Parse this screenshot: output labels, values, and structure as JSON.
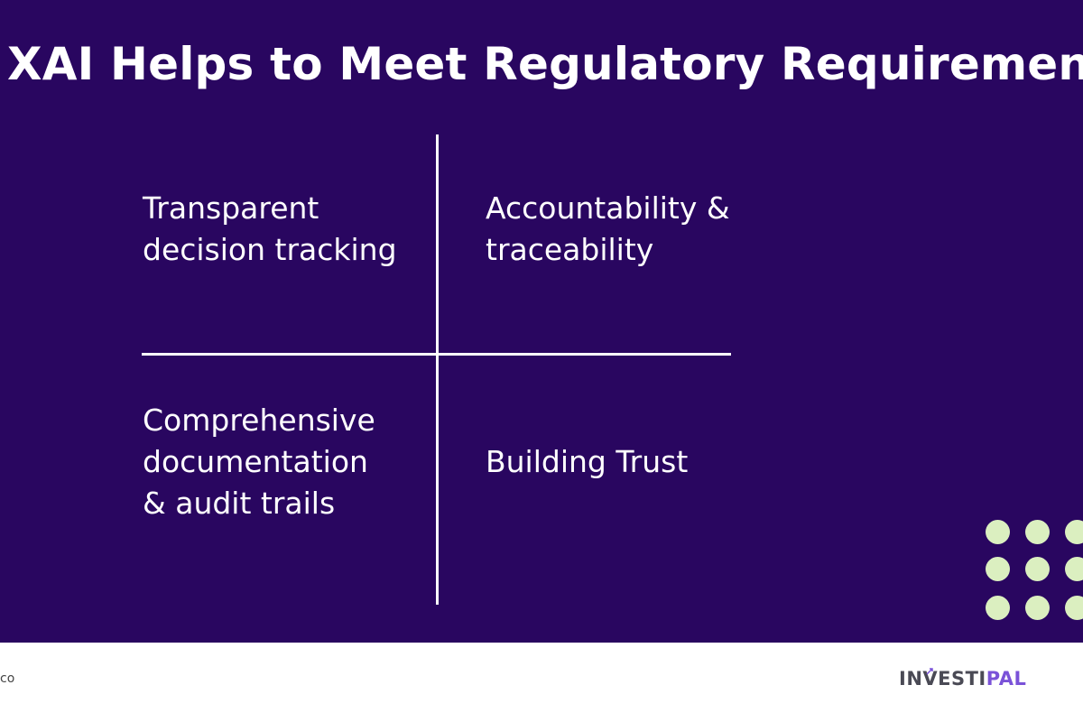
{
  "slide": {
    "title": "XAI Helps to Meet Regulatory Requirements",
    "quadrants": [
      {
        "text": "Transparent\ndecision tracking"
      },
      {
        "text": "Accountability &\ntraceability"
      },
      {
        "text": "Comprehensive\ndocumentation\n& audit trails"
      },
      {
        "text": "Building Trust"
      }
    ]
  },
  "colors": {
    "background": "#290660",
    "text": "#ffffff",
    "dots": "#dbefc0",
    "brand_dark": "#4a4a55",
    "brand_accent": "#7a52d8"
  },
  "footer": {
    "left_text": "co",
    "brand_part1": "INVESTI",
    "brand_part2": "PAL"
  }
}
